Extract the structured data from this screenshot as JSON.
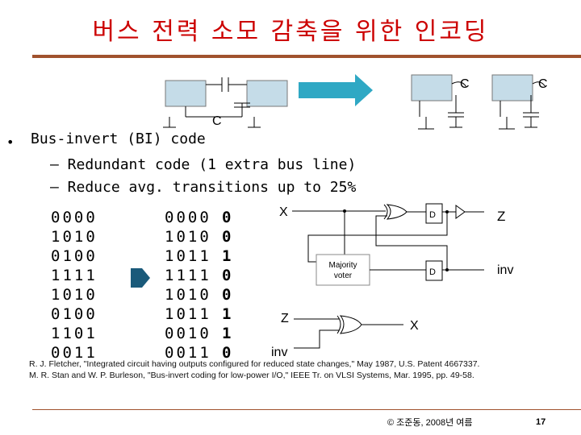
{
  "title": "버스 전력 소모 감축을 위한 인코딩",
  "top_diagram": {
    "cap_label_left": "C",
    "cap_label_right_1": "C",
    "cap_label_right_2": "C"
  },
  "bullet": {
    "text": "Bus-invert (BI) code",
    "sub1": "– Redundant code (1 extra bus line)",
    "sub2": "– Reduce avg. transitions up to 25%"
  },
  "table": {
    "original": [
      "0000",
      "1010",
      "0100",
      "1111",
      "1010",
      "0100",
      "1101",
      "0011"
    ],
    "encoded": [
      "0000",
      "1010",
      "1011",
      "1111",
      "1010",
      "1011",
      "0010",
      "0011"
    ],
    "invert_bit": [
      "0",
      "0",
      "1",
      "0",
      "0",
      "1",
      "1",
      "0"
    ]
  },
  "circuit": {
    "x_label": "X",
    "z_out_label": "Z",
    "inv_out_label": "inv",
    "voter_line1": "Majority",
    "voter_line2": "voter",
    "ff_label": "D",
    "z_in_label": "Z",
    "inv_in_label": "inv",
    "x_out_label": "X"
  },
  "references": [
    "R. J. Fletcher, \"Integrated circuit having outputs configured for reduced state changes,\" May 1987, U.S. Patent 4667337.",
    "M. R. Stan and W. P. Burleson, \"Bus-invert coding for low-power I/O,\" IEEE Tr. on VLSI Systems, Mar. 1995, pp. 49-58."
  ],
  "footer": {
    "copyright": "© 조준동, 2008년 여름",
    "page": "17"
  },
  "colors": {
    "title": "#cc0000",
    "rule": "#a0522d",
    "block_fill": "#c5dce8",
    "arrow": "#2fa8c4",
    "chevron": "#1a5a7a"
  }
}
